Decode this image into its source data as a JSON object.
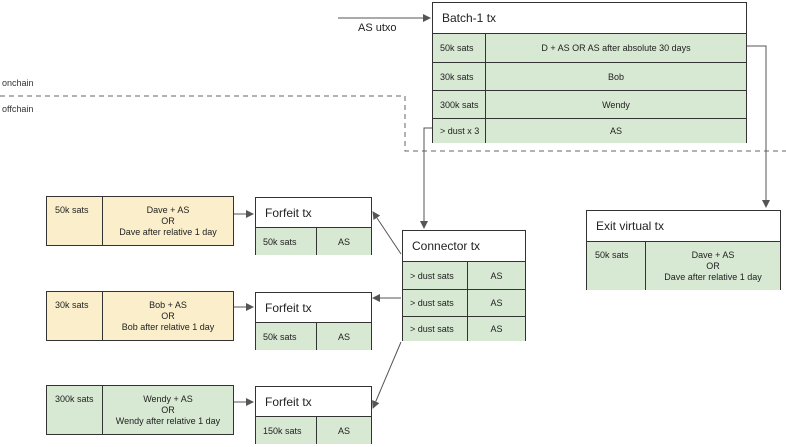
{
  "labels": {
    "as_utxo": "AS utxo",
    "onchain": "onchain",
    "offchain": "offchain"
  },
  "batch": {
    "title": "Batch-1 tx",
    "rows": [
      {
        "left": "50k sats",
        "right": "D + AS  OR AS after absolute 30 days"
      },
      {
        "left": "30k sats",
        "right": "Bob"
      },
      {
        "left": "300k sats",
        "right": "Wendy"
      },
      {
        "left": "> dust x 3",
        "right": "AS"
      }
    ]
  },
  "connector": {
    "title": "Connector tx",
    "rows": [
      {
        "left": "> dust sats",
        "right": "AS"
      },
      {
        "left": "> dust sats",
        "right": "AS"
      },
      {
        "left": "> dust sats",
        "right": "AS"
      }
    ]
  },
  "forfeits": [
    {
      "title": "Forfeit tx",
      "left": "50k sats",
      "right": "AS"
    },
    {
      "title": "Forfeit tx",
      "left": "50k sats",
      "right": "AS"
    },
    {
      "title": "Forfeit tx",
      "left": "150k sats",
      "right": "AS"
    }
  ],
  "outputs": [
    {
      "sats": "50k sats",
      "cond1": "Dave + AS",
      "cond2": "OR",
      "cond3": "Dave after relative 1 day",
      "color": "#fbefcb"
    },
    {
      "sats": "30k sats",
      "cond1": "Bob + AS",
      "cond2": "OR",
      "cond3": "Bob after relative 1 day",
      "color": "#fbefcb"
    },
    {
      "sats": "300k sats",
      "cond1": "Wendy + AS",
      "cond2": "OR",
      "cond3": "Wendy after relative 1 day",
      "color": "#d7e8d3"
    }
  ],
  "exit": {
    "title": "Exit virtual tx",
    "sats": "50k sats",
    "cond1": "Dave + AS",
    "cond2": "OR",
    "cond3": "Dave after relative 1 day"
  },
  "colors": {
    "green": "#d7e8d3",
    "yellow": "#fbefcb",
    "line": "#555555"
  }
}
